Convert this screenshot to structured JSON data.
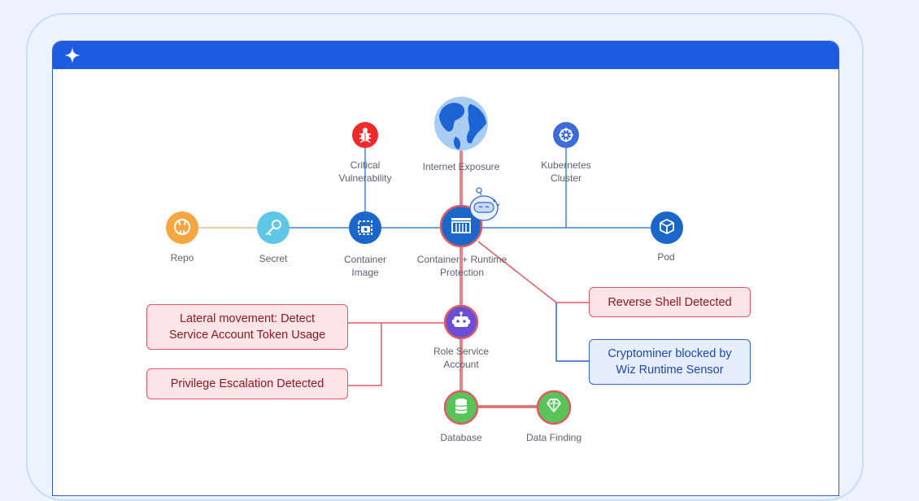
{
  "nodes": {
    "repo": "Repo",
    "secret": "Secret",
    "container_image": [
      "Container",
      "Image"
    ],
    "critical_vulnerability": [
      "Critical",
      "Vulnerability"
    ],
    "internet_exposure": "Internet Exposure",
    "kubernetes_cluster": [
      "Kubernetes",
      "Cluster"
    ],
    "container_runtime": [
      "Container + Runtime",
      "Protection"
    ],
    "pod": "Pod",
    "role_service_account": [
      "Role Service",
      "Account"
    ],
    "database": "Database",
    "data_finding": "Data Finding"
  },
  "alerts": {
    "lateral_movement": [
      "Lateral movement: Detect",
      "Service Account Token Usage"
    ],
    "privilege_escalation": "Privilege Escalation Detected",
    "reverse_shell": "Reverse Shell Detected",
    "cryptominer": [
      "Cryptominer blocked by",
      "Wiz Runtime Sensor"
    ]
  },
  "colors": {
    "brand_blue": "#1d5be0",
    "alert_red": "#e05a63",
    "repo_orange": "#f7a541",
    "secret_cyan": "#5ec6e6",
    "node_blue": "#1a66c9",
    "vuln_red": "#ee2a2a",
    "kube_blue": "#3e6bd7",
    "role_purple": "#6a4fd6",
    "data_green": "#58c45a"
  },
  "icons": {
    "titlebar": "sparkle-icon",
    "repo": "github-icon",
    "secret": "key-icon",
    "container_image": "image-scan-icon",
    "critical_vulnerability": "bug-icon",
    "internet_exposure": "globe-icon",
    "kubernetes_cluster": "kubernetes-helm-icon",
    "container_runtime": "container-icon",
    "runtime_sensor": "robot-sensor-icon",
    "pod": "cube-icon",
    "role_service_account": "robot-icon",
    "database": "database-icon",
    "data_finding": "gem-icon"
  }
}
